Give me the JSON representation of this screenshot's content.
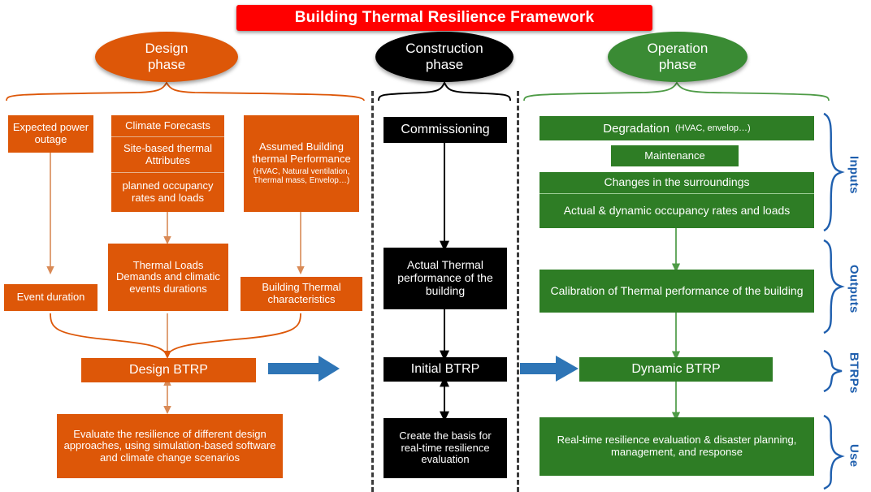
{
  "title": "Building Thermal Resilience Framework",
  "phases": [
    {
      "name": "design-phase",
      "label": "Design\nphase",
      "color": "#DD5708"
    },
    {
      "name": "construction-phase",
      "label": "Construction\nphase",
      "color": "#000000"
    },
    {
      "name": "operation-phase",
      "label": "Operation\nphase",
      "color": "#3A8B34"
    }
  ],
  "design": {
    "expected_power_outage": "Expected power outage",
    "climate_forecasts": "Climate Forecasts",
    "site_based_thermal_attributes": "Site-based thermal Attributes",
    "planned_occupancy": "planned occupancy rates and loads",
    "assumed_building_main": "Assumed Building thermal Performance",
    "assumed_building_sub": "(HVAC, Natural ventilation, Thermal mass,  Envelop…)",
    "event_duration": "Event duration",
    "thermal_loads": "Thermal Loads Demands and climatic events durations",
    "building_thermal_characteristics": "Building Thermal characteristics",
    "design_btrp": "Design BTRP",
    "evaluate": "Evaluate the resilience of different design approaches, using simulation-based software and climate change scenarios"
  },
  "construction": {
    "commissioning": "Commissioning",
    "actual_thermal_performance": "Actual Thermal performance of the building",
    "initial_btrp": "Initial BTRP",
    "create_basis": "Create the basis for real-time resilience evaluation"
  },
  "operation": {
    "degradation_main": "Degradation",
    "degradation_sub": "(HVAC, envelop…)",
    "maintenance": "Maintenance",
    "changes_surroundings": "Changes in the surroundings",
    "actual_dynamic_occupancy": "Actual & dynamic occupancy rates and loads",
    "calibration": "Calibration of Thermal performance of the building",
    "dynamic_btrp": "Dynamic BTRP",
    "realtime_resilience": "Real-time resilience evaluation & disaster planning, management, and response"
  },
  "brackets": [
    {
      "name": "inputs",
      "label": "Inputs"
    },
    {
      "name": "outputs",
      "label": "Outputs"
    },
    {
      "name": "btrps",
      "label": "BTRPs"
    },
    {
      "name": "use",
      "label": "Use"
    }
  ],
  "colors": {
    "title_red": "#FF0000",
    "design_orange": "#DD5708",
    "construction_black": "#000000",
    "operation_green": "#2E7D25",
    "bracket_blue": "#1F5FAE",
    "transition_arrow_blue": "#2E75B6"
  },
  "arrows": {
    "design_to_construction": "transition-arrow",
    "construction_to_operation": "transition-arrow"
  }
}
